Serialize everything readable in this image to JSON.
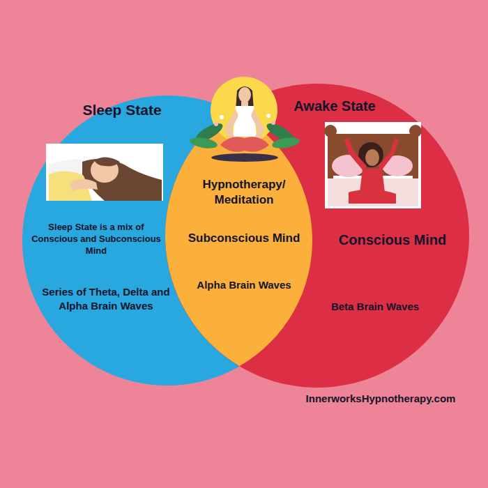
{
  "diagram": {
    "nodes": [
      {
        "text": [
          "Sleep State",
          "Sleep State is a mix of Conscious and Subconscious Mind",
          "Series of Theta, Delta and Alpha Brain Waves"
        ]
      },
      {
        "text": [
          "Awake State",
          "Conscious Mind",
          "Beta Brain Waves"
        ]
      },
      {
        "text": [
          "Hypnotherapy/ Meditation",
          "Subconscious Mind",
          "Alpha Brain Waves"
        ]
      }
    ],
    "labels": [
      "InnerworksHypnotherapy.com"
    ]
  }
}
